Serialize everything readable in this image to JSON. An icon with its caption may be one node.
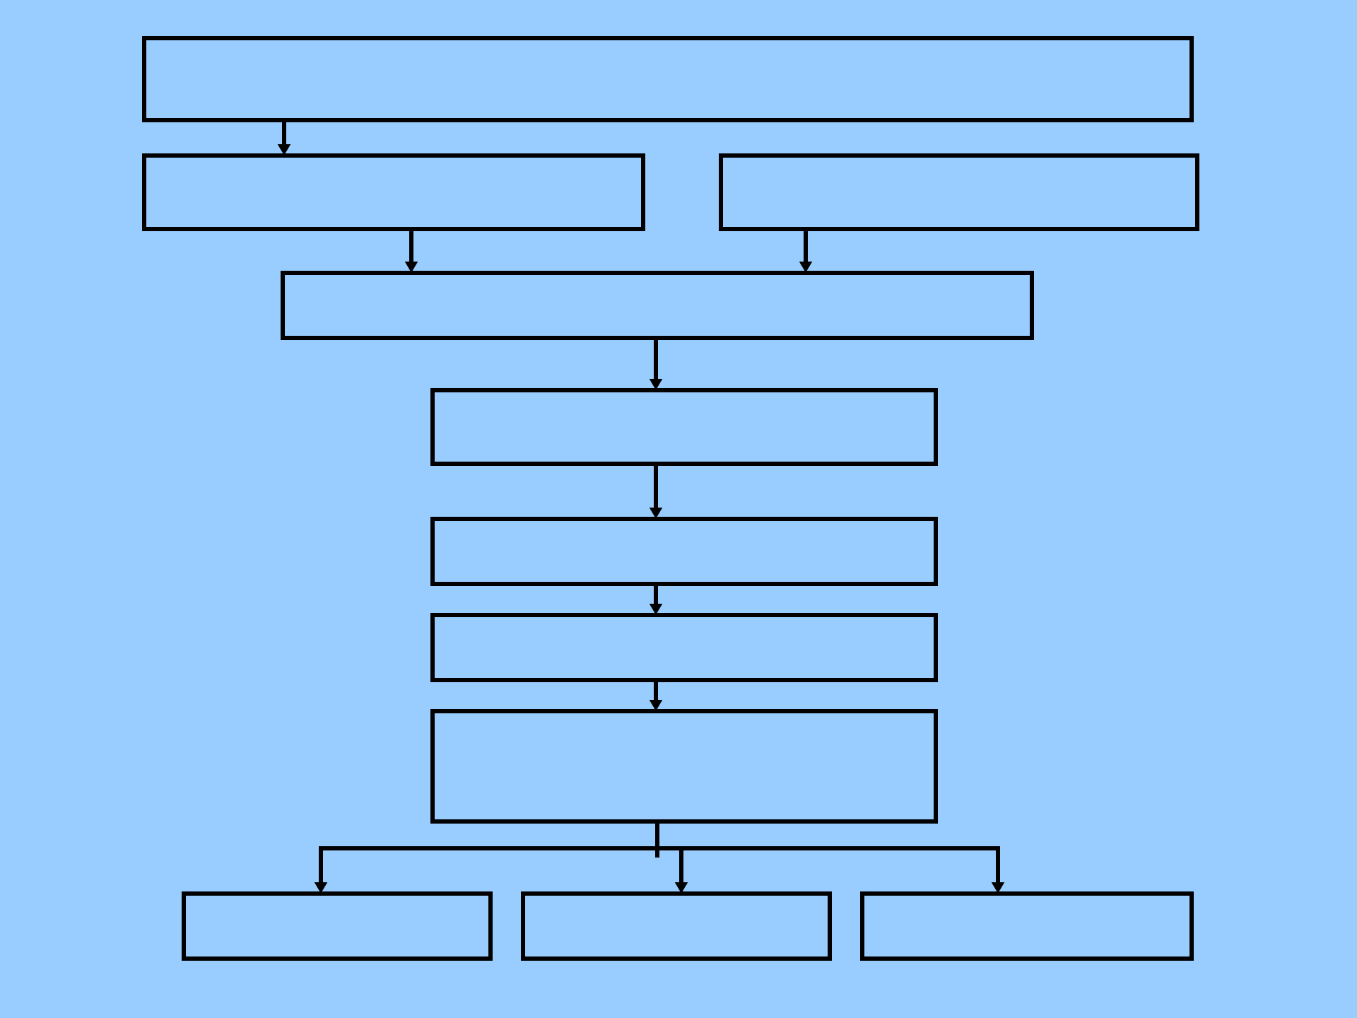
{
  "diagram": {
    "nodes": [
      {
        "text": [],
        "shape": "box"
      },
      {
        "text": [],
        "shape": "box"
      },
      {
        "text": [],
        "shape": "box"
      },
      {
        "text": [],
        "shape": "box"
      },
      {
        "text": [],
        "shape": "box"
      },
      {
        "text": [],
        "shape": "box"
      },
      {
        "text": [],
        "shape": "box"
      },
      {
        "text": [],
        "shape": "box"
      },
      {
        "text": [],
        "shape": "box"
      },
      {
        "text": [],
        "shape": "box"
      },
      {
        "text": [],
        "shape": "box"
      }
    ],
    "edges": [
      {
        "from": 0,
        "to": 1,
        "arrow": "to"
      },
      {
        "from": 1,
        "to": 3,
        "arrow": "to"
      },
      {
        "from": 2,
        "to": 3,
        "arrow": "to"
      },
      {
        "from": 3,
        "to": 4,
        "arrow": "to"
      },
      {
        "from": 4,
        "to": 5,
        "arrow": "to"
      },
      {
        "from": 5,
        "to": 6,
        "arrow": "to"
      },
      {
        "from": 6,
        "to": 7,
        "arrow": "to"
      },
      {
        "from": 7,
        "to": 8,
        "arrow": "to"
      },
      {
        "from": 7,
        "to": 9,
        "arrow": "to"
      },
      {
        "from": 7,
        "to": 10,
        "arrow": "to"
      }
    ]
  }
}
